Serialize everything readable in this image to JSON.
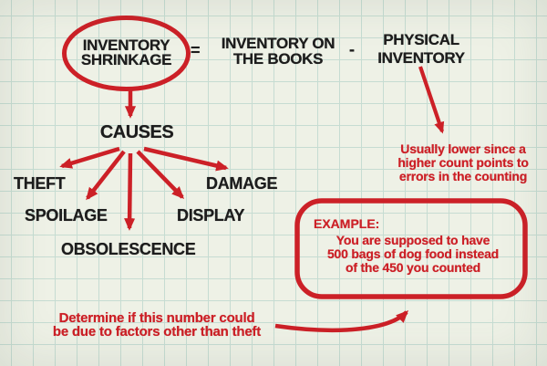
{
  "colors": {
    "red": "#cc2027",
    "ink": "#1d1d1d",
    "paper": "#eef1e6",
    "grid": "#c6dcd2"
  },
  "formula": {
    "subject": {
      "line1": "INVENTORY",
      "line2": "SHRINKAGE"
    },
    "equals": "=",
    "term1": {
      "line1": "INVENTORY ON",
      "line2": "THE BOOKS"
    },
    "minus": "-",
    "term2": {
      "line1": "PHYSICAL",
      "line2": "INVENTORY"
    }
  },
  "causes": {
    "label": "CAUSES",
    "items": [
      "THEFT",
      "SPOILAGE",
      "OBSOLESCENCE",
      "DISPLAY",
      "DAMAGE"
    ]
  },
  "notes": {
    "counting": {
      "line1": "Usually lower since a",
      "line2": "higher count points to",
      "line3": "errors in the counting"
    },
    "example": {
      "title": "EXAMPLE:",
      "line1": "You are supposed to have",
      "line2": "500 bags of dog food instead",
      "line3": "of the 450 you counted"
    },
    "determine": {
      "line1": "Determine if this number could",
      "line2": "be due to factors other than theft"
    }
  }
}
